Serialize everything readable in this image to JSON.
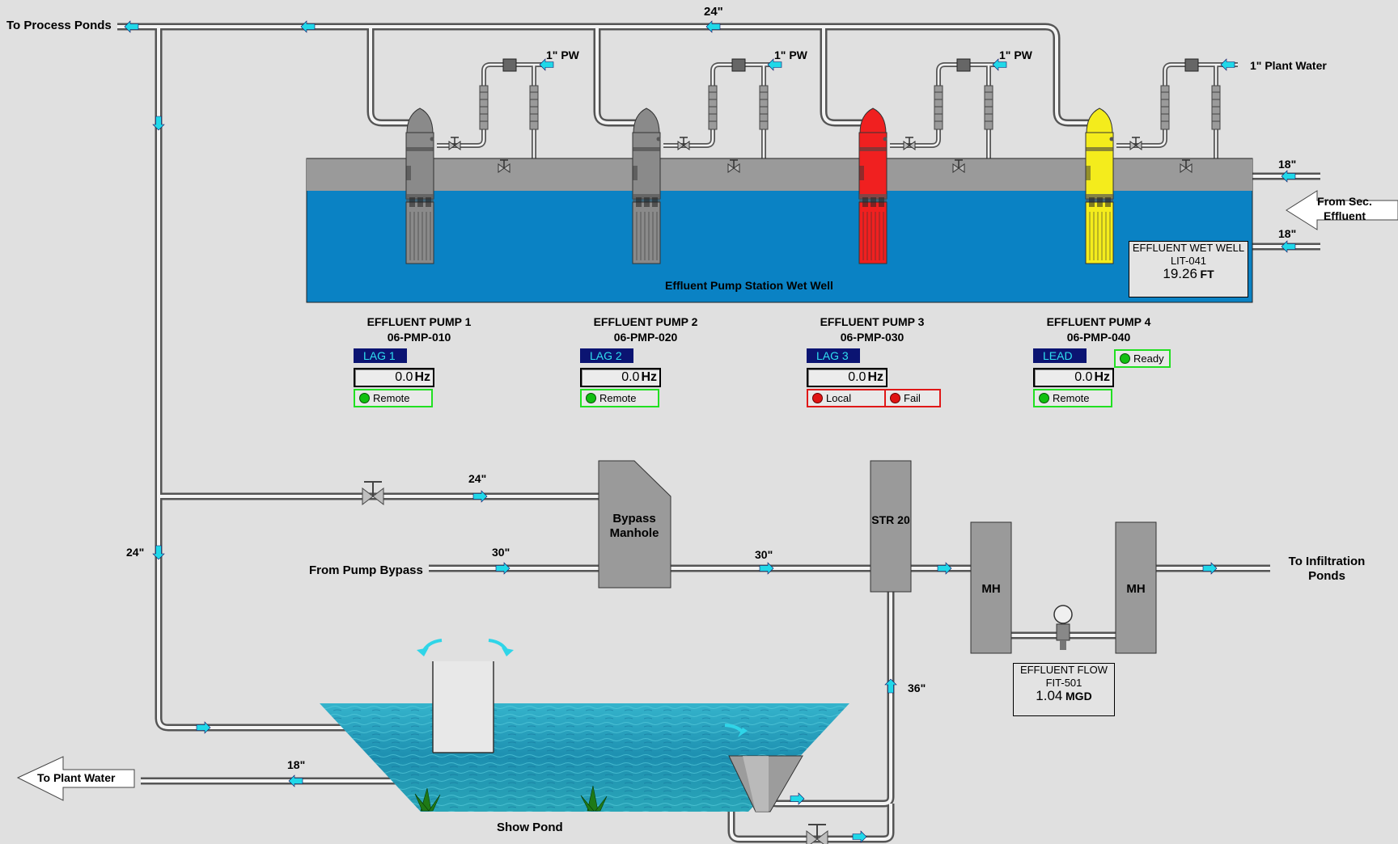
{
  "labels": {
    "to_process_ponds": "To Process Ponds",
    "header_size": "24\"",
    "pw": "1\" PW",
    "plant_water_feed": "1\" Plant  Water",
    "inlet_size": "18\"",
    "from_sec_effluent": "From Sec. Effluent",
    "wet_well": "Effluent Pump Station Wet Well",
    "bypass_line_size": "24\"",
    "bypass_manhole": "Bypass Manhole",
    "thirty_a": "30\"",
    "thirty_b": "30\"",
    "from_pump_bypass": "From Pump Bypass",
    "str": "STR 20",
    "mh": "MH",
    "to_infiltration": "To Infiltration Ponds",
    "riser_size": "24\"",
    "thirtysix": "36\"",
    "eighteen_plant": "18\"",
    "to_plant_water": "To Plant Water",
    "show_pond": "Show Pond"
  },
  "level_instrument": {
    "title": "EFFLUENT WET WELL",
    "tag": "LIT-041",
    "value": "19.26",
    "unit": "FT"
  },
  "flow_instrument": {
    "title": "EFFLUENT FLOW",
    "tag": "FIT-501",
    "value": "1.04",
    "unit": "MGD"
  },
  "pumps": [
    {
      "name": "EFFLUENT PUMP 1",
      "tag": "06-PMP-010",
      "mode": "LAG 1",
      "speed": "0.0",
      "unit": "Hz",
      "control": "Remote",
      "control_state": "ok",
      "color": "#8a8a8a"
    },
    {
      "name": "EFFLUENT PUMP 2",
      "tag": "06-PMP-020",
      "mode": "LAG 2",
      "speed": "0.0",
      "unit": "Hz",
      "control": "Remote",
      "control_state": "ok",
      "color": "#8a8a8a"
    },
    {
      "name": "EFFLUENT PUMP 3",
      "tag": "06-PMP-030",
      "mode": "LAG 3",
      "speed": "0.0",
      "unit": "Hz",
      "control": "Local",
      "control_state": "alarm",
      "fault": "Fail",
      "color": "#f02020"
    },
    {
      "name": "EFFLUENT PUMP 4",
      "tag": "06-PMP-040",
      "mode": "LEAD",
      "speed": "0.0",
      "unit": "Hz",
      "control": "Remote",
      "control_state": "ok",
      "ready": "Ready",
      "color": "#f4ec1c"
    }
  ],
  "colors": {
    "background": "#e0e0e0",
    "wet_well_water": "#0a82c4",
    "pond_water": "#2aa8c4",
    "flow_arrow": "#20d8e8",
    "ok": "#21e021",
    "alarm": "#e01818",
    "mode_bg": "#0b1472"
  }
}
